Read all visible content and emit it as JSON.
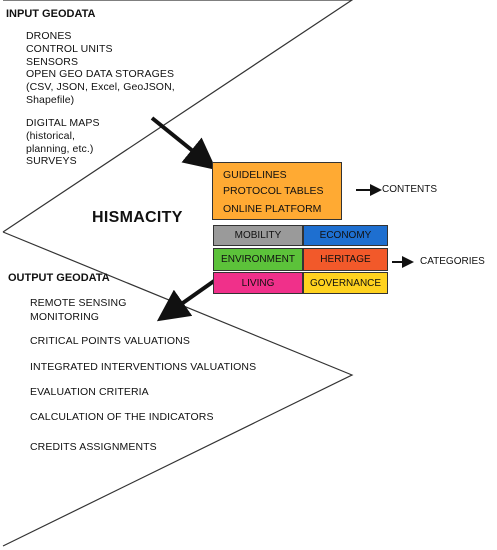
{
  "input": {
    "heading": "INPUT GEODATA",
    "items": [
      "DRONES",
      "CONTROL UNITS",
      "SENSORS",
      "OPEN GEO DATA STORAGES",
      "(CSV, JSON, Excel, GeoJSON,",
      "Shapefile)",
      "DIGITAL MAPS",
      "(historical,",
      "planning, etc.)",
      "SURVEYS"
    ]
  },
  "center_title": "HISMACITY",
  "contents_box": {
    "lines": [
      "GUIDELINES",
      "PROTOCOL TABLES",
      "ONLINE PLATFORM"
    ],
    "color": "#ffaa33"
  },
  "contents_label": "CONTENTS",
  "categories": {
    "label": "CATEGORIES",
    "cells": [
      {
        "name": "MOBILITY",
        "color": "#9a9a9a"
      },
      {
        "name": "ECONOMY",
        "color": "#1e6fd0"
      },
      {
        "name": "ENVIRONMENT",
        "color": "#5cc23a"
      },
      {
        "name": "HERITAGE",
        "color": "#f2592a"
      },
      {
        "name": "LIVING",
        "color": "#f0308a"
      },
      {
        "name": "GOVERNANCE",
        "color": "#ffd21f"
      }
    ]
  },
  "output": {
    "heading": "OUTPUT GEODATA",
    "items": [
      "REMOTE SENSING",
      "MONITORING",
      "CRITICAL POINTS VALUATIONS",
      "INTEGRATED INTERVENTIONS VALUATIONS",
      "EVALUATION CRITERIA",
      "CALCULATION OF THE INDICATORS",
      "CREDITS ASSIGNMENTS"
    ]
  }
}
